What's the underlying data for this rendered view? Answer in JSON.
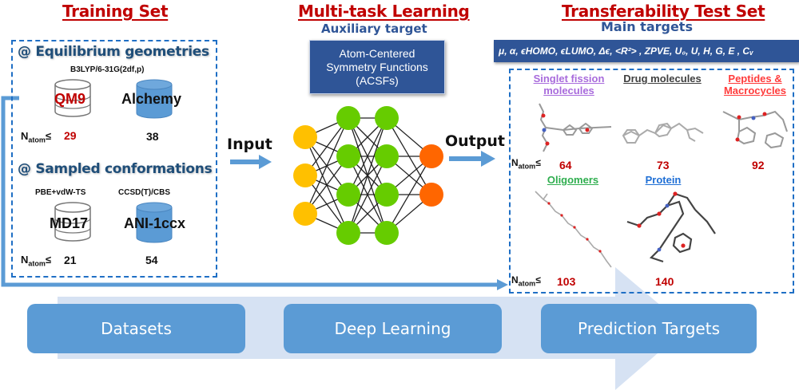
{
  "sections": {
    "training": {
      "title": "Training Set",
      "equilibrium": {
        "title": "@ Equilibrium geometries",
        "method": "B3LYP/6-31G(2df,p)",
        "datasets": [
          {
            "name": "QM9",
            "natom_max": "29",
            "style": "outline",
            "name_color": "#c00000"
          },
          {
            "name": "Alchemy",
            "natom_max": "38",
            "style": "filled",
            "name_color": "#111111"
          }
        ]
      },
      "sampled": {
        "title": "@ Sampled conformations",
        "datasets": [
          {
            "name": "MD17",
            "method": "PBE+vdW-TS",
            "natom_max": "21",
            "style": "outline"
          },
          {
            "name": "ANI-1ccx",
            "method": "CCSD(T)/CBS",
            "natom_max": "54",
            "style": "filled"
          }
        ]
      },
      "natom_label": "N",
      "natom_sub": "atom",
      "natom_op": "≤"
    },
    "mtl": {
      "title": "Multi-task Learning",
      "aux_title": "Auxiliary target",
      "acsf_lines": [
        "Atom-Centered",
        "Symmetry Functions",
        "(ACSFs)"
      ],
      "input_label": "Input",
      "output_label": "Output",
      "network": {
        "layers": [
          3,
          4,
          4,
          2
        ],
        "colors": [
          "#ffc000",
          "#66cc00",
          "#66cc00",
          "#ff6600"
        ]
      }
    },
    "test": {
      "title": "Transferability Test Set",
      "main_title": "Main targets",
      "targets_text": "μ, α, ϵHOMO, ϵLUMO, Δϵ, <R²> , ZPVE, U₀, U, H, G, E , Cᵥ",
      "categories": [
        {
          "label_lines": [
            "Singlet fission",
            "molecules"
          ],
          "natom_max": "64",
          "color": "#a86bdc"
        },
        {
          "label_lines": [
            "Drug molecules"
          ],
          "natom_max": "73",
          "color": "#404040"
        },
        {
          "label_lines": [
            "Peptides &",
            "Macrocycles"
          ],
          "natom_max": "92",
          "color": "#ff3b3b"
        },
        {
          "label_lines": [
            "Oligomers"
          ],
          "natom_max": "103",
          "color": "#2fae4f"
        },
        {
          "label_lines": [
            "Protein"
          ],
          "natom_max": "140",
          "color": "#1f6fd5"
        }
      ]
    }
  },
  "pipeline": {
    "steps": [
      "Datasets",
      "Deep Learning",
      "Prediction Targets"
    ]
  },
  "colors": {
    "title_red": "#c00000",
    "accent_blue": "#5b9bd5",
    "dark_blue": "#2f5597",
    "dash_blue": "#1f6fc5"
  }
}
